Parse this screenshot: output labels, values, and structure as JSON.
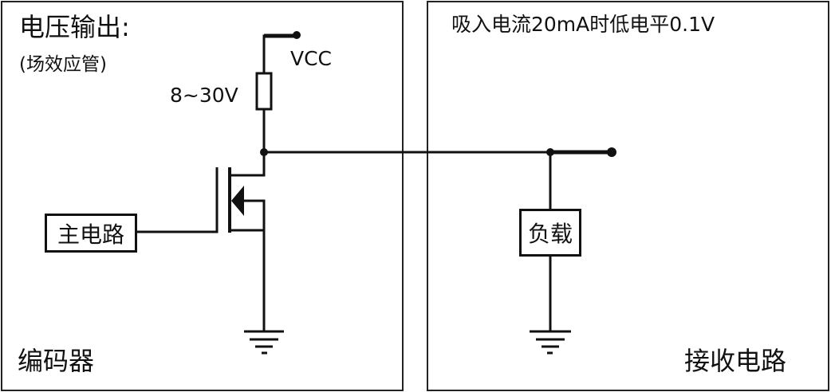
{
  "encoder": {
    "title": "电压输出:",
    "subtitle": "(场效应管)",
    "label": "编码器",
    "supply_range": "8~30V",
    "vcc_label": "VCC",
    "main_circuit": "主电路"
  },
  "receiver": {
    "note": "吸入电流20mA时低电平0.1V",
    "label": "接收电路",
    "load": "负载"
  },
  "colors": {
    "line": "#111111",
    "border": "#222222",
    "background": "#ffffff"
  }
}
